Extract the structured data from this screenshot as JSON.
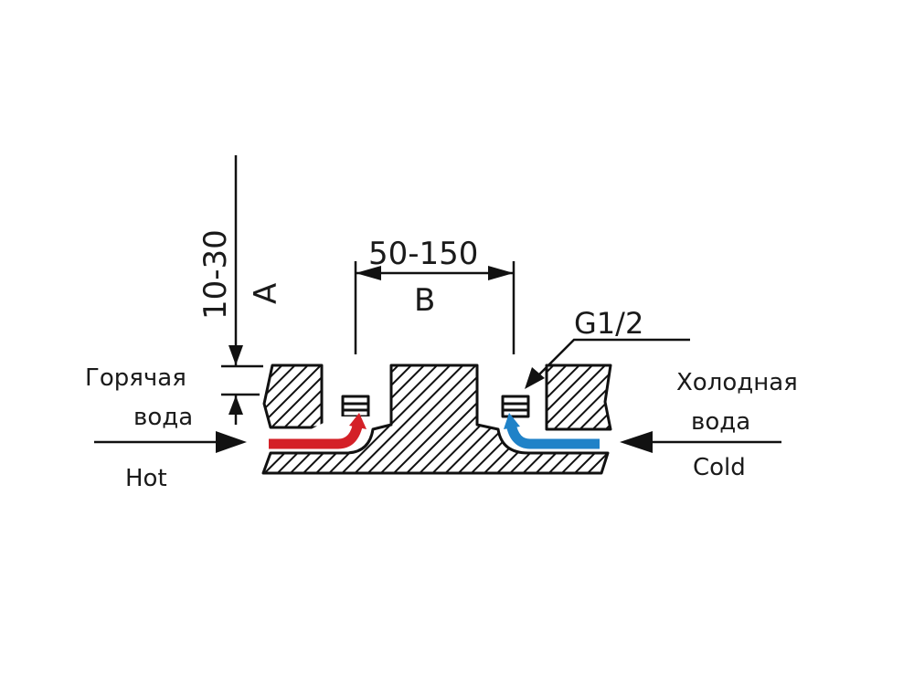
{
  "diagram": {
    "dimension_a": {
      "value": "10-30",
      "letter": "A"
    },
    "dimension_b": {
      "value": "50-150",
      "letter": "B"
    },
    "thread": "G1/2",
    "hot": {
      "ru_line1": "Горячая",
      "ru_line2": "вода",
      "en": "Hot",
      "color": "#d42027"
    },
    "cold": {
      "ru_line1": "Холодная",
      "ru_line2": "вода",
      "en": "Cold",
      "color": "#1f82c8"
    }
  }
}
